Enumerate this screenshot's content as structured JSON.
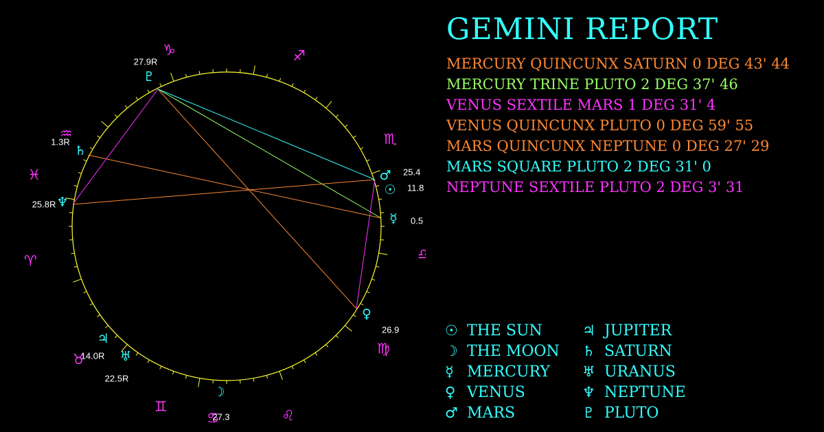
{
  "colors": {
    "background": "#000000",
    "ring": "#ffff33",
    "title": "#33ffff",
    "zodiac_sign": "#ff33ff",
    "planet": "#33ffff",
    "label": "#ffffff",
    "orange": "#ff8833",
    "green": "#99ff66",
    "magenta": "#ff33ff",
    "cyan": "#33ffff"
  },
  "report": {
    "title": "GEMINI REPORT",
    "aspects": [
      {
        "text": "MERCURY QUINCUNX SATURN 0 DEG 43' 44",
        "color": "#ff8833"
      },
      {
        "text": "MERCURY TRINE PLUTO 2 DEG 37' 46",
        "color": "#99ff66"
      },
      {
        "text": "VENUS SEXTILE MARS 1 DEG 31' 4",
        "color": "#ff33ff"
      },
      {
        "text": "VENUS QUINCUNX PLUTO 0 DEG 59' 55",
        "color": "#ff8833"
      },
      {
        "text": "MARS QUINCUNX NEPTUNE 0 DEG 27' 29",
        "color": "#ff8833"
      },
      {
        "text": "MARS SQUARE PLUTO 2 DEG 31' 0",
        "color": "#33ffff"
      },
      {
        "text": "NEPTUNE SEXTILE PLUTO 2 DEG 3' 31",
        "color": "#ff33ff"
      }
    ]
  },
  "legend": [
    {
      "glyph": "☉",
      "icon": "sun-icon",
      "label": "THE SUN"
    },
    {
      "glyph": "♃",
      "icon": "jupiter-icon",
      "label": "JUPITER"
    },
    {
      "glyph": "☽",
      "icon": "moon-icon",
      "label": "THE MOON"
    },
    {
      "glyph": "♄",
      "icon": "saturn-icon",
      "label": "SATURN"
    },
    {
      "glyph": "☿",
      "icon": "mercury-icon",
      "label": "MERCURY"
    },
    {
      "glyph": "♅",
      "icon": "uranus-icon",
      "label": "URANUS"
    },
    {
      "glyph": "♀",
      "icon": "venus-icon",
      "label": "VENUS"
    },
    {
      "glyph": "♆",
      "icon": "neptune-icon",
      "label": "NEPTUNE"
    },
    {
      "glyph": "♂",
      "icon": "mars-icon",
      "label": "MARS"
    },
    {
      "glyph": "♇",
      "icon": "pluto-icon",
      "label": "PLUTO"
    }
  ],
  "wheel": {
    "signs": [
      {
        "glyph": "♑",
        "icon": "capricorn-icon"
      },
      {
        "glyph": "♐",
        "icon": "sagittarius-icon"
      },
      {
        "glyph": "♒",
        "icon": "aquarius-icon"
      },
      {
        "glyph": "♏",
        "icon": "scorpio-icon"
      },
      {
        "glyph": "♓",
        "icon": "pisces-icon"
      },
      {
        "glyph": "♎",
        "icon": "libra-icon"
      },
      {
        "glyph": "♈",
        "icon": "aries-icon"
      },
      {
        "glyph": "♍",
        "icon": "virgo-icon"
      },
      {
        "glyph": "♉",
        "icon": "taurus-icon"
      },
      {
        "glyph": "♌",
        "icon": "leo-icon"
      },
      {
        "glyph": "♊",
        "icon": "gemini-icon"
      },
      {
        "glyph": "♋",
        "icon": "cancer-icon"
      }
    ],
    "planets": [
      {
        "glyph": "♇",
        "icon": "pluto-icon",
        "value": "27.9R"
      },
      {
        "glyph": "♄",
        "icon": "saturn-icon",
        "value": "1.3R"
      },
      {
        "glyph": "♆",
        "icon": "neptune-icon",
        "value": "25.8R"
      },
      {
        "glyph": "♂",
        "icon": "mars-icon",
        "value": "25.4"
      },
      {
        "glyph": "☉",
        "icon": "sun-icon",
        "value": "11.8"
      },
      {
        "glyph": "☿",
        "icon": "mercury-icon",
        "value": "0.5"
      },
      {
        "glyph": "♀",
        "icon": "venus-icon",
        "value": "26.9"
      },
      {
        "glyph": "♃",
        "icon": "jupiter-icon",
        "value": "14.0R"
      },
      {
        "glyph": "♅",
        "icon": "uranus-icon",
        "value": "22.5R"
      },
      {
        "glyph": "☽",
        "icon": "moon-icon",
        "value": "27.3"
      }
    ],
    "aspect_lines": [
      {
        "from": "mercury",
        "to": "saturn",
        "color": "#ff8833"
      },
      {
        "from": "mercury",
        "to": "pluto",
        "color": "#99ff66"
      },
      {
        "from": "venus",
        "to": "mars",
        "color": "#ff33ff"
      },
      {
        "from": "venus",
        "to": "pluto",
        "color": "#ff8833"
      },
      {
        "from": "mars",
        "to": "neptune",
        "color": "#ff8833"
      },
      {
        "from": "mars",
        "to": "pluto",
        "color": "#33ffff"
      },
      {
        "from": "neptune",
        "to": "pluto",
        "color": "#ff33ff"
      }
    ]
  }
}
